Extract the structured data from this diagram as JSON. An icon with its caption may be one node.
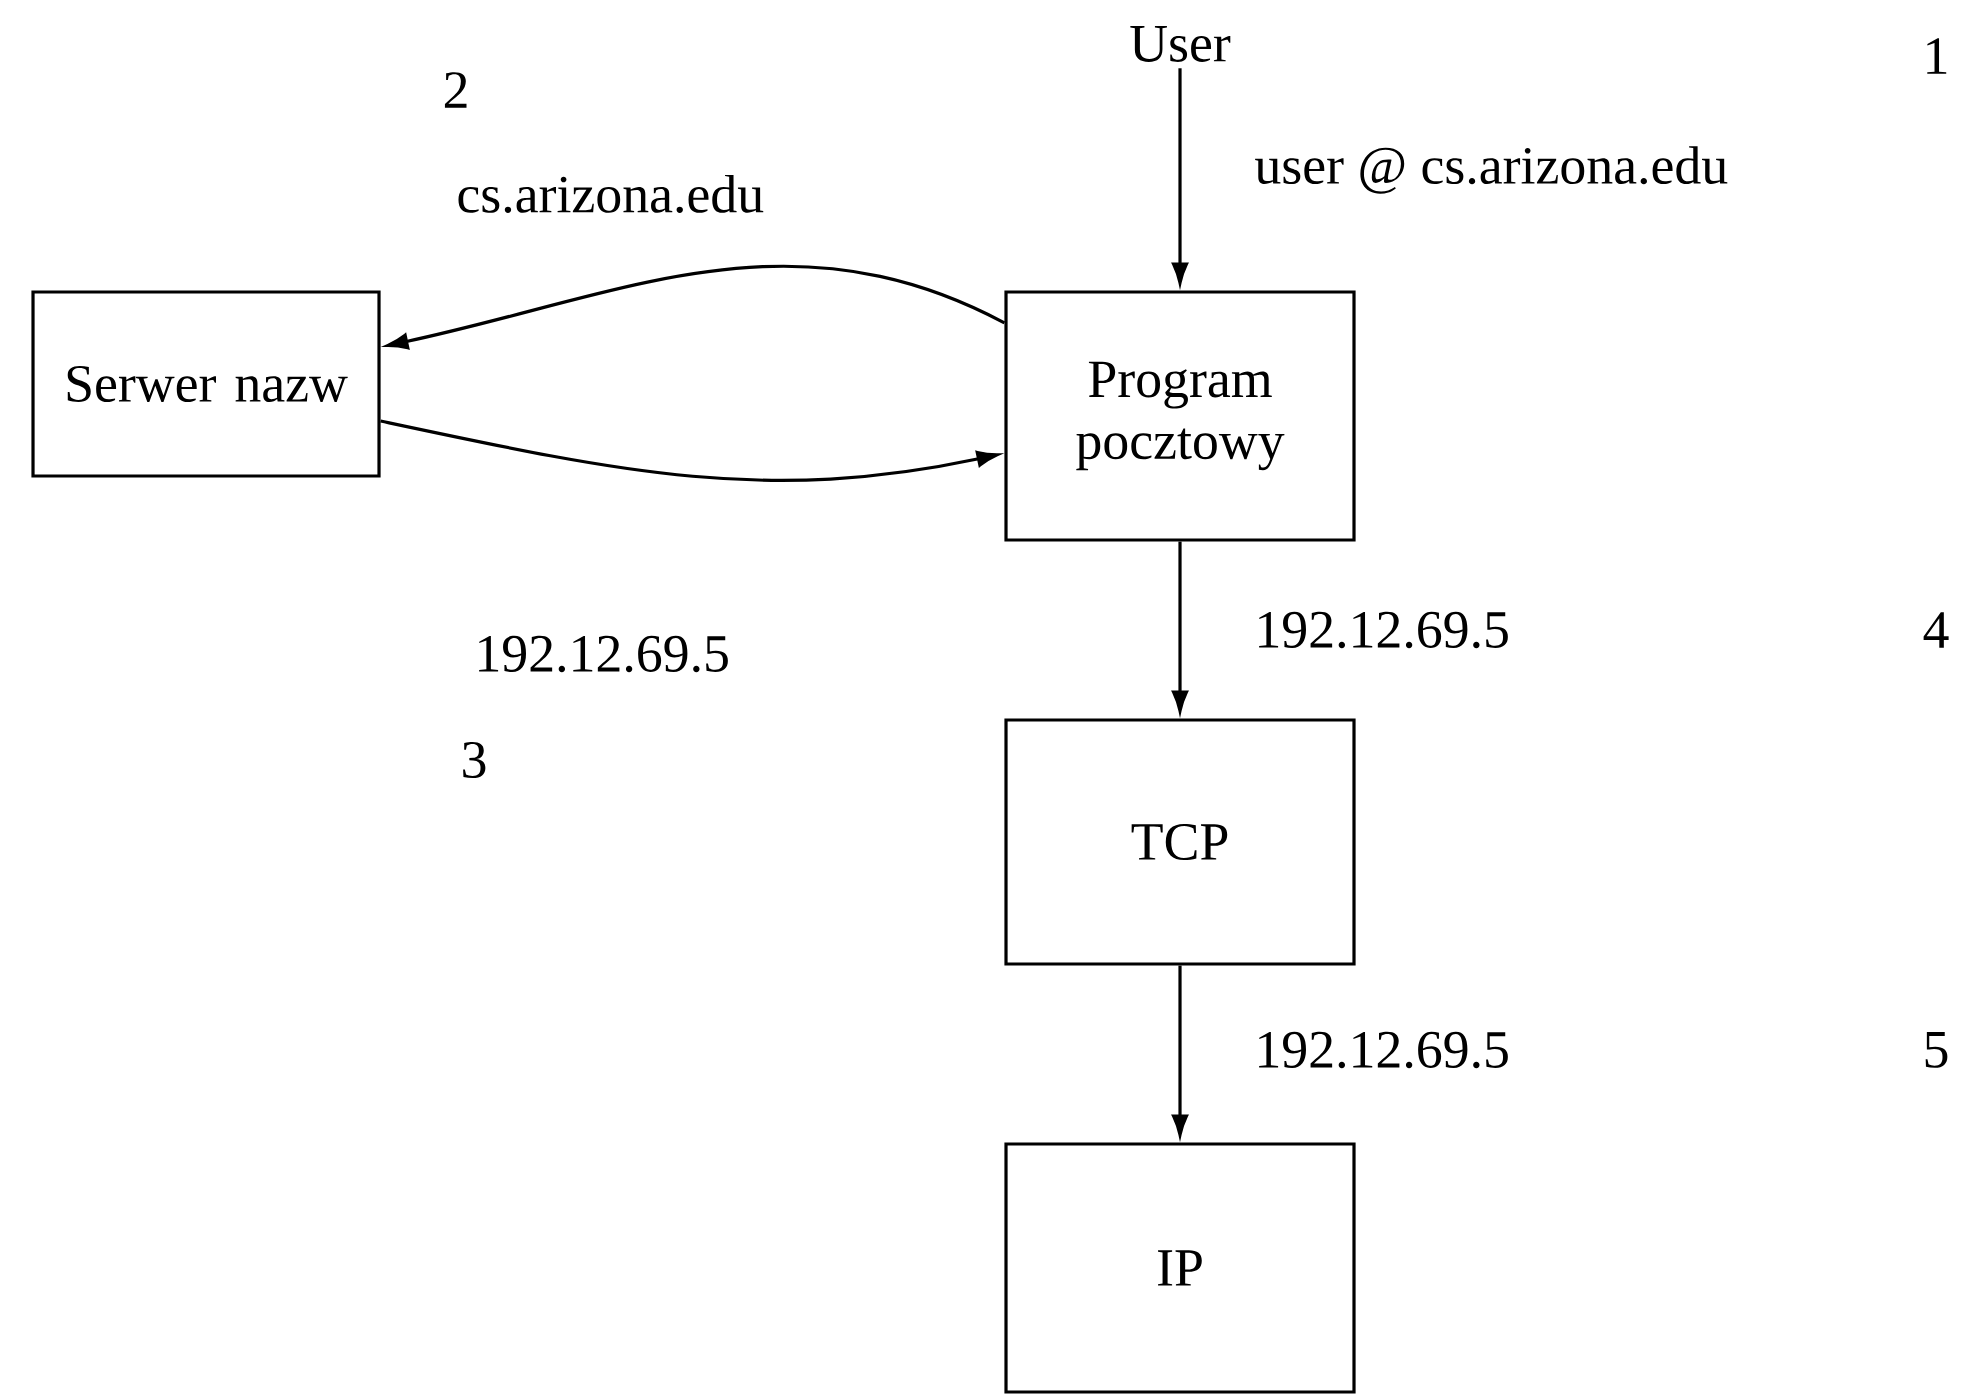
{
  "diagram": {
    "nodes": [
      {
        "text": [
          "User"
        ]
      },
      {
        "text": [
          "Serwer nazw"
        ]
      },
      {
        "text": [
          "Program pocztowy"
        ]
      },
      {
        "text": [
          "TCP"
        ]
      },
      {
        "text": [
          "IP"
        ]
      }
    ],
    "edges": [
      {
        "from": 0,
        "to": 2,
        "arrow": "to",
        "label": "user @ cs.arizona.edu"
      },
      {
        "from": 2,
        "to": 1,
        "arrow": "to",
        "label": "cs.arizona.edu"
      },
      {
        "from": 1,
        "to": 2,
        "arrow": "to",
        "label": "192.12.69.5"
      },
      {
        "from": 2,
        "to": 3,
        "arrow": "to",
        "label": "192.12.69.5"
      },
      {
        "from": 3,
        "to": 4,
        "arrow": "to",
        "label": "192.12.69.5"
      }
    ],
    "labels": [
      "1",
      "2",
      "4",
      "3",
      "5"
    ]
  }
}
